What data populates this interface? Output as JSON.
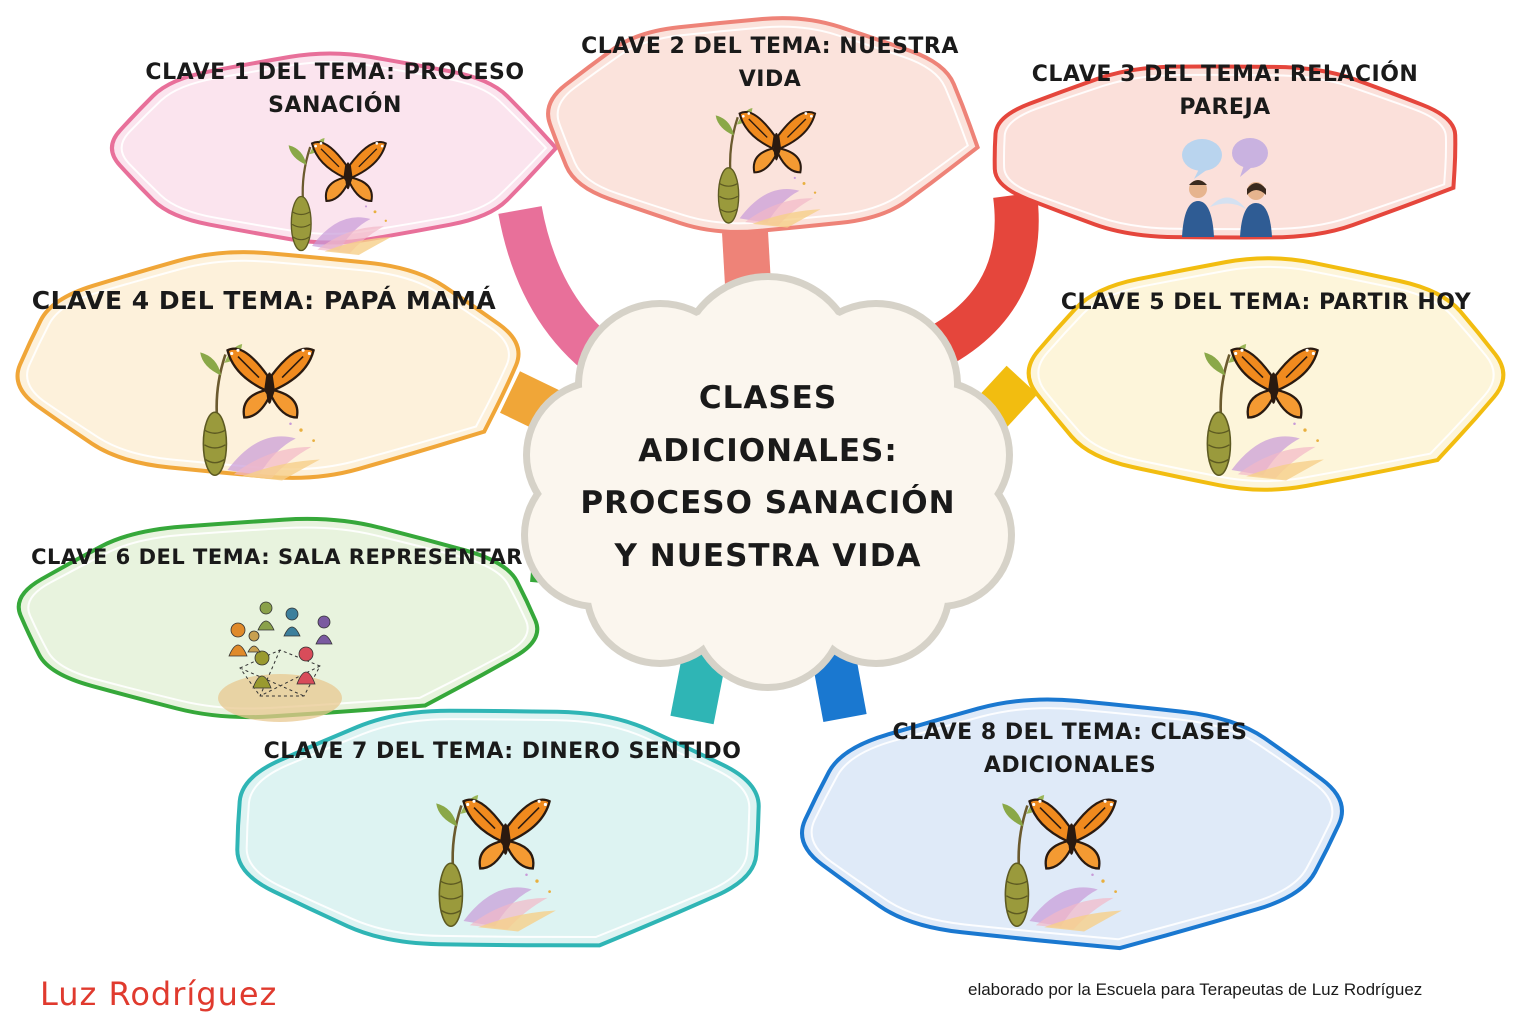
{
  "center": {
    "lines": [
      "CLASES",
      "ADICIONALES:",
      "PROCESO SANACIÓN",
      "Y NUESTRA VIDA"
    ]
  },
  "nodes": [
    {
      "id": "clave-1",
      "lines": [
        "CLAVE 1 DEL TEMA: PROCESO",
        "SANACIÓN"
      ],
      "color": "#e8709a",
      "fill": "#fbe4ee",
      "icon": "butterfly-chrysalis-icon"
    },
    {
      "id": "clave-2",
      "lines": [
        "CLAVE 2 DEL TEMA: NUESTRA",
        "VIDA"
      ],
      "color": "#ee8378",
      "fill": "#fbe3dc",
      "icon": "butterfly-chrysalis-icon"
    },
    {
      "id": "clave-3",
      "lines": [
        "CLAVE 3 DEL TEMA: RELACIÓN",
        "PAREJA"
      ],
      "color": "#e5463c",
      "fill": "#fbe0da",
      "icon": "couple-talking-icon"
    },
    {
      "id": "clave-4",
      "lines": [
        "CLAVE 4 DEL TEMA: PAPÁ MAMÁ"
      ],
      "color": "#f0a638",
      "fill": "#fdf1db",
      "icon": "butterfly-chrysalis-icon"
    },
    {
      "id": "clave-5",
      "lines": [
        "CLAVE 5 DEL TEMA: PARTIR HOY"
      ],
      "color": "#f2bd10",
      "fill": "#fdf5da",
      "icon": "butterfly-chrysalis-icon"
    },
    {
      "id": "clave-6",
      "lines": [
        "CLAVE 6 DEL TEMA: SALA REPRESENTAR"
      ],
      "color": "#36a83a",
      "fill": "#e8f3de",
      "icon": "group-figures-icon"
    },
    {
      "id": "clave-7",
      "lines": [
        "CLAVE 7 DEL TEMA: DINERO SENTIDO"
      ],
      "color": "#2fb5b5",
      "fill": "#ddf3f2",
      "icon": "butterfly-chrysalis-icon"
    },
    {
      "id": "clave-8",
      "lines": [
        "CLAVE 8 DEL TEMA: CLASES",
        "ADICIONALES"
      ],
      "color": "#1a78d0",
      "fill": "#dfeaf8",
      "icon": "butterfly-chrysalis-icon"
    }
  ],
  "footer": {
    "author": "Luz Rodríguez",
    "author_color": "#e03a2e",
    "credit": "elaborado por la Escuela para Terapeutas de Luz Rodríguez"
  }
}
